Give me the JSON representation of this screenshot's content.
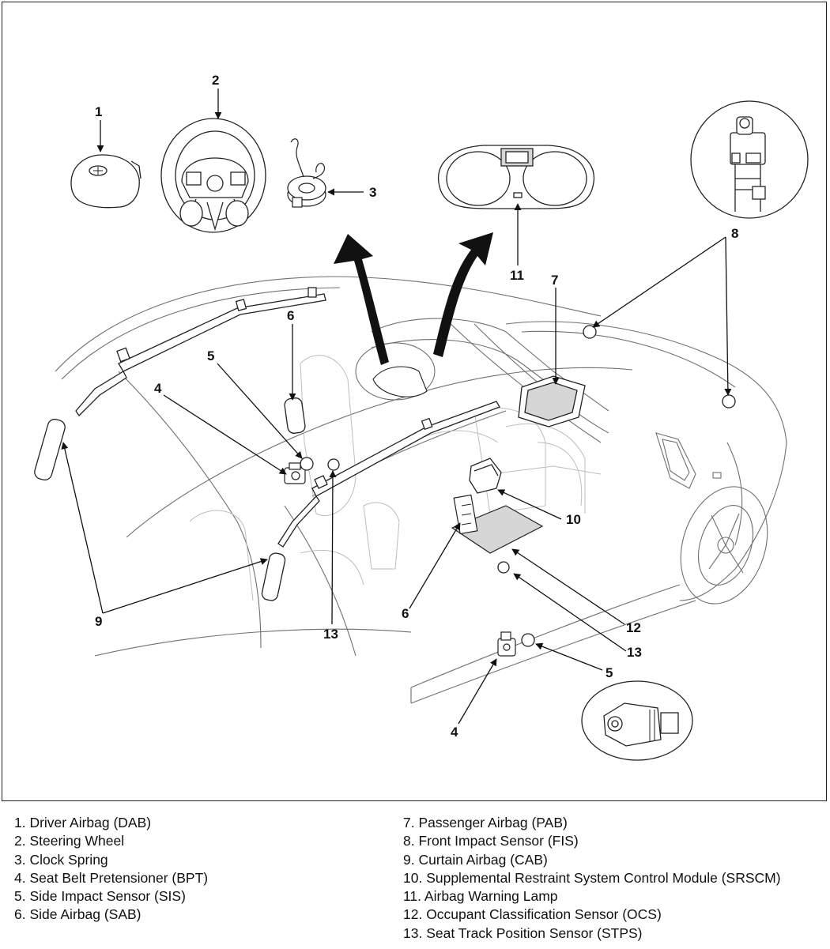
{
  "callouts": [
    "1",
    "2",
    "3",
    "4",
    "5",
    "6",
    "7",
    "8",
    "9",
    "10",
    "11",
    "12",
    "13"
  ],
  "legend": {
    "left": [
      "1. Driver Airbag (DAB)",
      "2. Steering Wheel",
      "3. Clock Spring",
      "4. Seat Belt Pretensioner (BPT)",
      "5. Side Impact Sensor (SIS)",
      "6. Side Airbag (SAB)"
    ],
    "right": [
      "7. Passenger Airbag (PAB)",
      "8. Front Impact Sensor (FIS)",
      "9. Curtain Airbag (CAB)",
      "10. Supplemental Restraint System Control Module (SRSCM)",
      "11. Airbag Warning Lamp",
      "12. Occupant Classification Sensor (OCS)",
      "13. Seat Track Position Sensor (STPS)"
    ]
  },
  "colors": {
    "line": "#111111",
    "thin": "#6f6f6f",
    "faint": "#bdbdbd",
    "fill": "#ffffff",
    "shade": "#d6d6d6"
  }
}
